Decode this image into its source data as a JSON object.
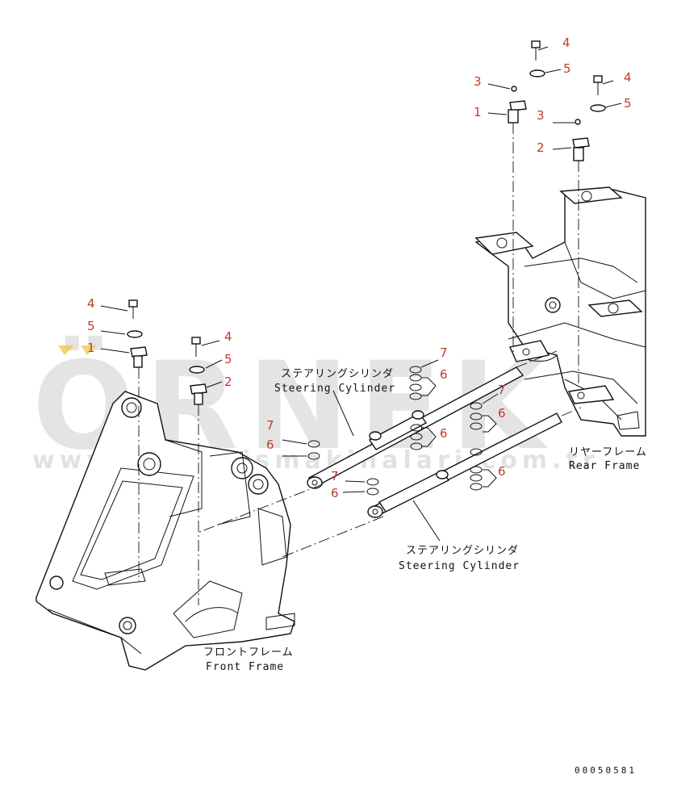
{
  "watermark": {
    "brand": "ÖRNEK",
    "url": "www.orneikismakinalari.com.tr"
  },
  "labels": {
    "front_frame_jp": "フロントフレーム",
    "front_frame_en": "Front Frame",
    "rear_frame_jp": "リヤーフレーム",
    "rear_frame_en": "Rear Frame",
    "steering_cyl_jp": "ステアリングシリンダ",
    "steering_cyl_en": "Steering Cylinder"
  },
  "callouts": {
    "c1": "1",
    "c2": "2",
    "c3": "3",
    "c4": "4",
    "c5": "5",
    "c6": "6",
    "c7": "7"
  },
  "document_number": "00050581",
  "colors": {
    "callout": "#c0392b",
    "line": "#111111",
    "watermark": "#cfcfcf",
    "watermark_accent": "#f0c040"
  }
}
